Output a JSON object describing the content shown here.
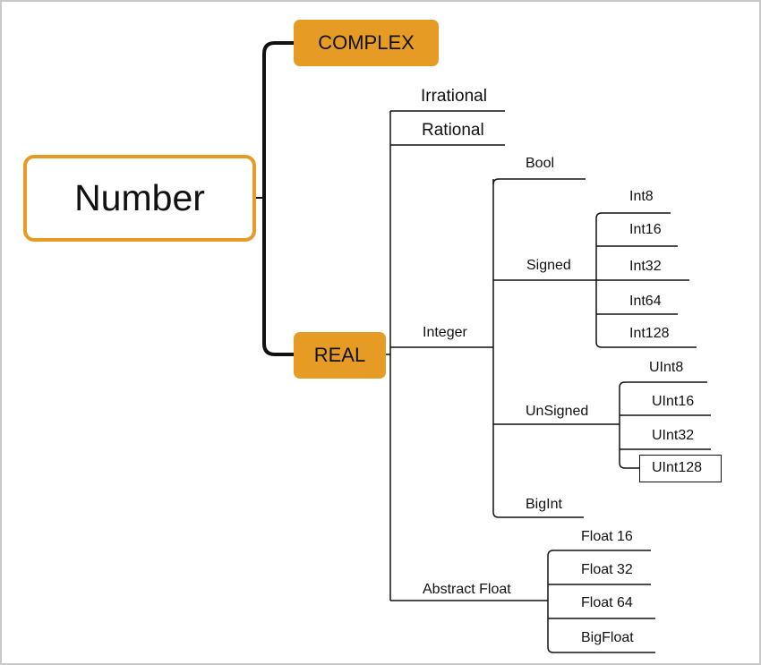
{
  "root": {
    "label": "Number"
  },
  "level1": {
    "complex": "COMPLEX",
    "real": "REAL"
  },
  "real_children": {
    "irrational": "Irrational",
    "rational": "Rational",
    "integer": "Integer",
    "abstract_float": "Abstract Float"
  },
  "integer_children": {
    "bool": "Bool",
    "signed": "Signed",
    "unsigned": "UnSigned",
    "bigint": "BigInt"
  },
  "signed_children": [
    "Int8",
    "Int16",
    "Int32",
    "Int64",
    "Int128"
  ],
  "unsigned_children": [
    "UInt8",
    "UInt16",
    "UInt32",
    "UInt128"
  ],
  "float_children": [
    "Float 16",
    "Float 32",
    "Float 64",
    "BigFloat"
  ],
  "colors": {
    "accent": "#e69c24",
    "line": "#111111",
    "frame_border": "#c8c8c8"
  }
}
